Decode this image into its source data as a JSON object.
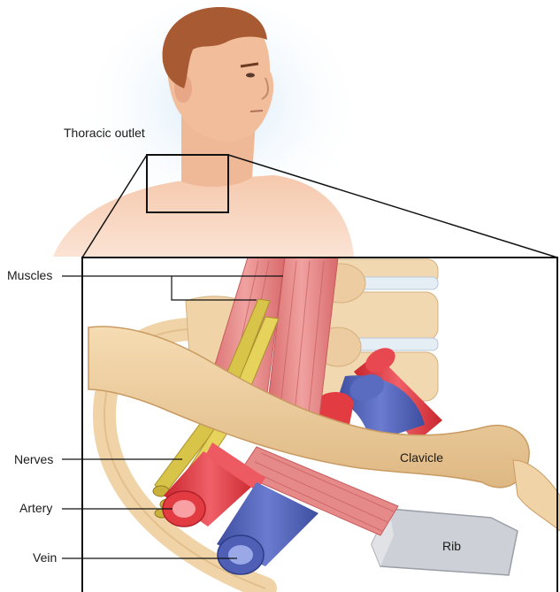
{
  "labels": {
    "thoracic_outlet": "Thoracic outlet",
    "muscles": "Muscles",
    "nerves": "Nerves",
    "artery": "Artery",
    "vein": "Vein",
    "clavicle": "Clavicle",
    "rib": "Rib"
  },
  "colors": {
    "skin": "#f2c4a8",
    "bone": "#f0d3a6",
    "muscle": "#e07f7c",
    "nerve": "#d9c44a",
    "artery": "#e23b42",
    "vein": "#4e5fb5",
    "rib_cut": "#c9ccd2"
  }
}
